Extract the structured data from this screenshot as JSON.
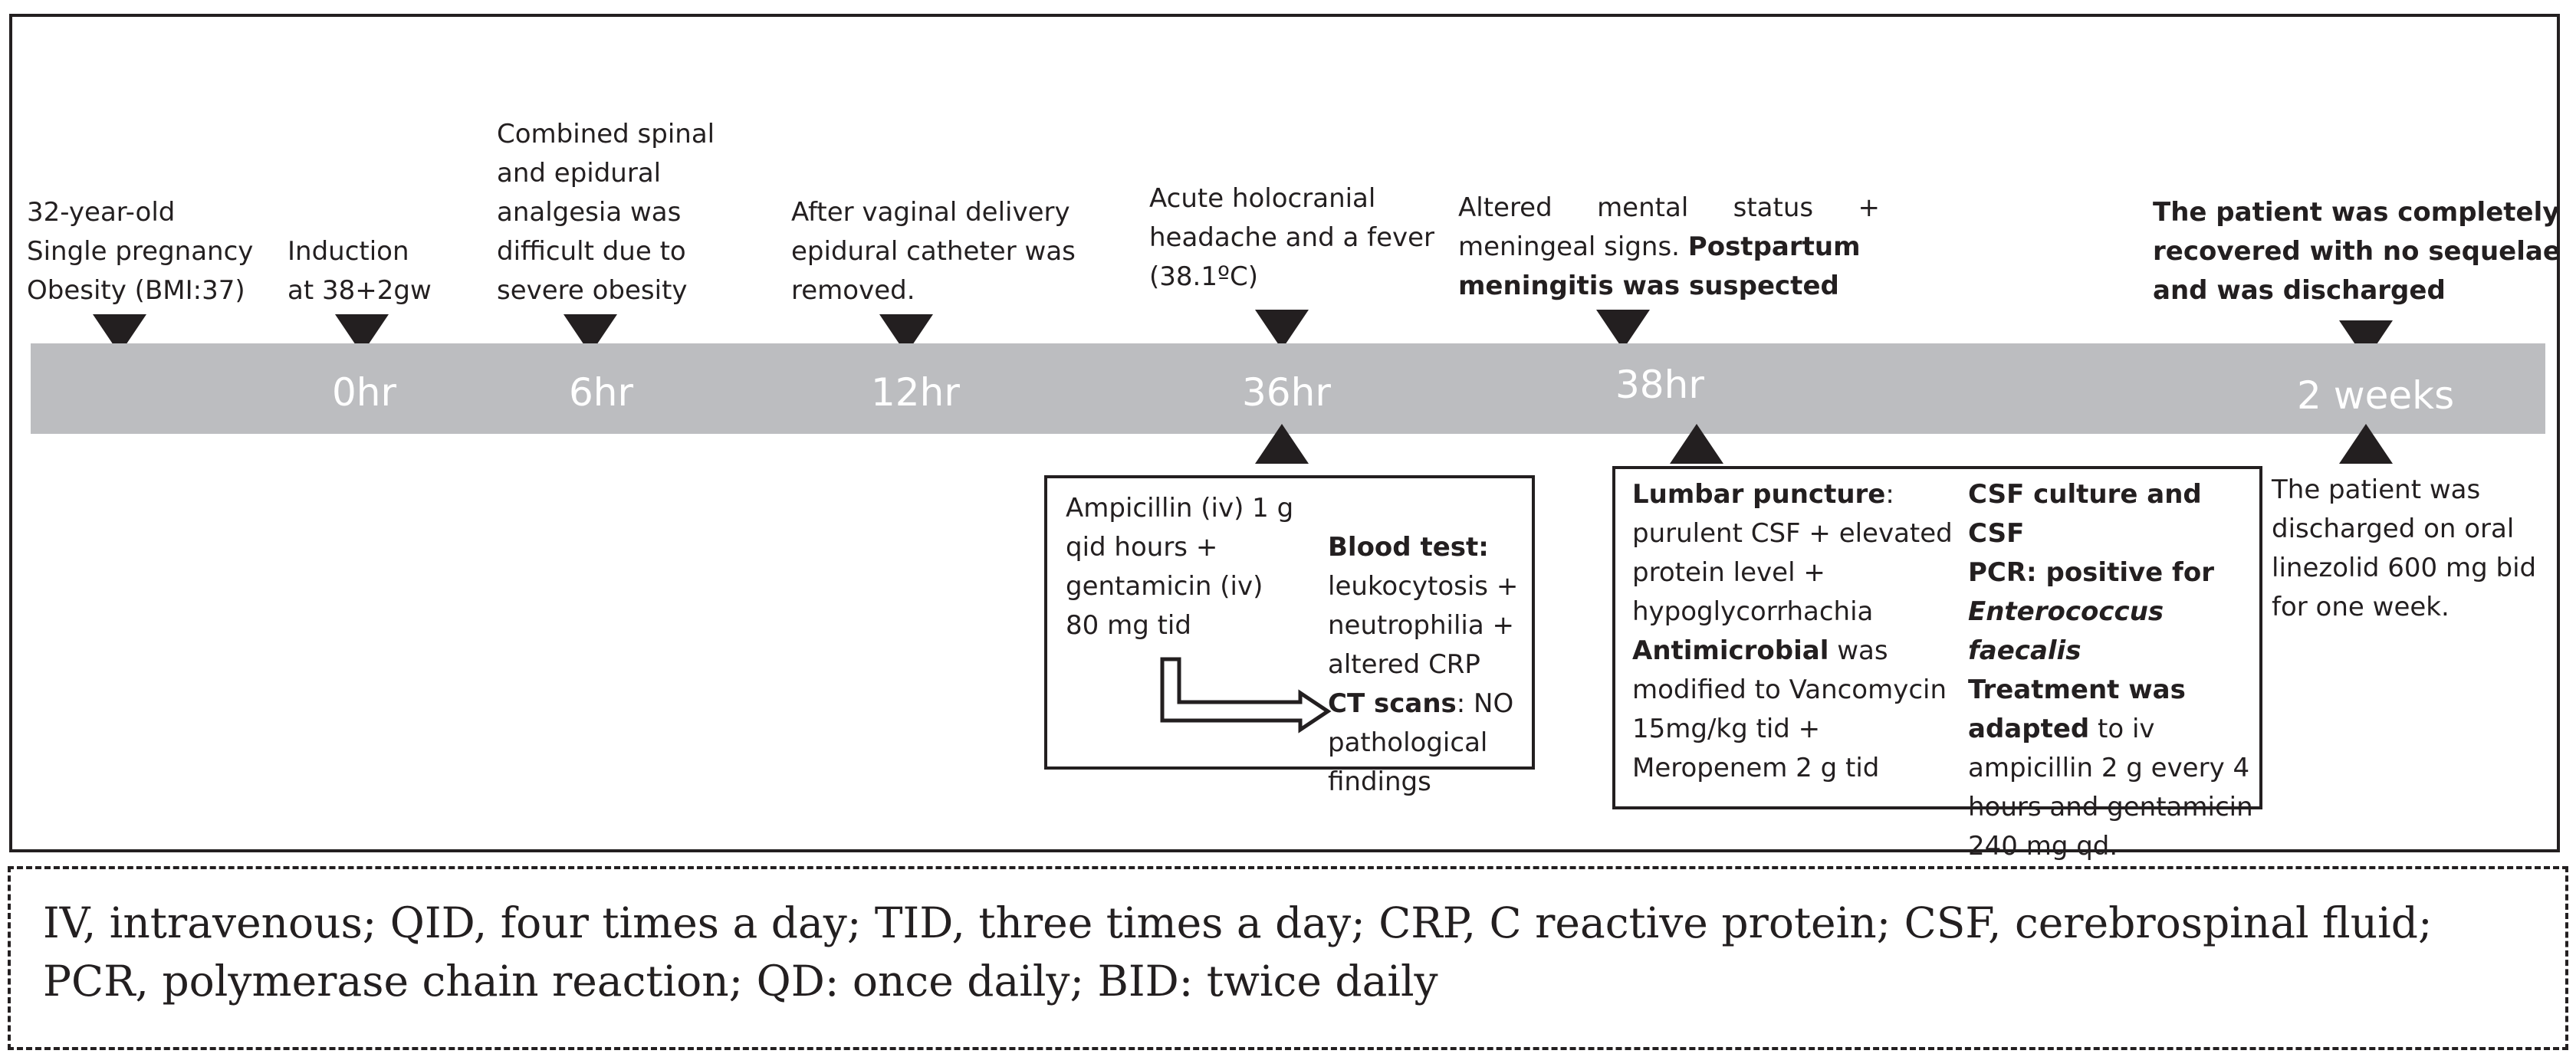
{
  "timeline": {
    "ticks": [
      "0hr",
      "6hr",
      "12hr",
      "36hr",
      "38hr",
      "2 weeks"
    ],
    "events_top": {
      "patient": "32-year-old\nSingle pregnancy\nObesity (BMI:37)",
      "induction": "Induction\nat 38+2gw",
      "analgesia": "Combined spinal\nand epidural\nanalgesia was\ndifficult due to\nsevere obesity",
      "delivery": "After vaginal delivery\nepidural catheter was\nremoved.",
      "headache": "Acute holocranial\nheadache and a fever\n(38.1ºC)",
      "meningitis_line1": [
        "Altered",
        "mental",
        "status",
        "+"
      ],
      "meningitis_line2_plain": "meningeal signs. ",
      "meningitis_line2_bold": "Postpartum",
      "meningitis_line3_bold": "meningitis was suspected",
      "recovered": "The patient was completely\nrecovered with no sequelae\nand was discharged"
    },
    "box_36hr": {
      "treatment": "Ampicillin (iv) 1 g\nqid hours +\ngentamicin (iv)\n80 mg tid",
      "blood_heading": "Blood test:",
      "blood_text": "leukocytosis +\nneutrophilia +\naltered CRP",
      "ct_heading": "CT scans",
      "ct_text": ": NO\npathological\nfindings"
    },
    "box_38hr": {
      "lp_heading": "Lumbar puncture",
      "lp_text": ":\npurulent CSF + elevated\nprotein level +\nhypoglycorrhachia",
      "anti_heading": "Antimicrobial",
      "anti_text": " was\nmodified to Vancomycin\n15mg/kg tid +\nMeropenem 2 g tid",
      "culture_heading": "CSF culture and CSF\nPCR: positive for",
      "organism": "Enterococcus faecalis",
      "treat_heading": "Treatment was\nadapted",
      "treat_text": " to iv\nampicillin 2 g every 4\nhours and gentamicin\n240 mg qd."
    },
    "discharge_note": "The patient was\ndischarged on oral\nlinezolid 600 mg bid\nfor one week."
  },
  "legend": "IV, intravenous; QID, four times a day; TID, three times a day; CRP, C reactive protein; CSF, cerebrospinal fluid;\nPCR, polymerase chain reaction; QD: once daily; BID: twice daily"
}
